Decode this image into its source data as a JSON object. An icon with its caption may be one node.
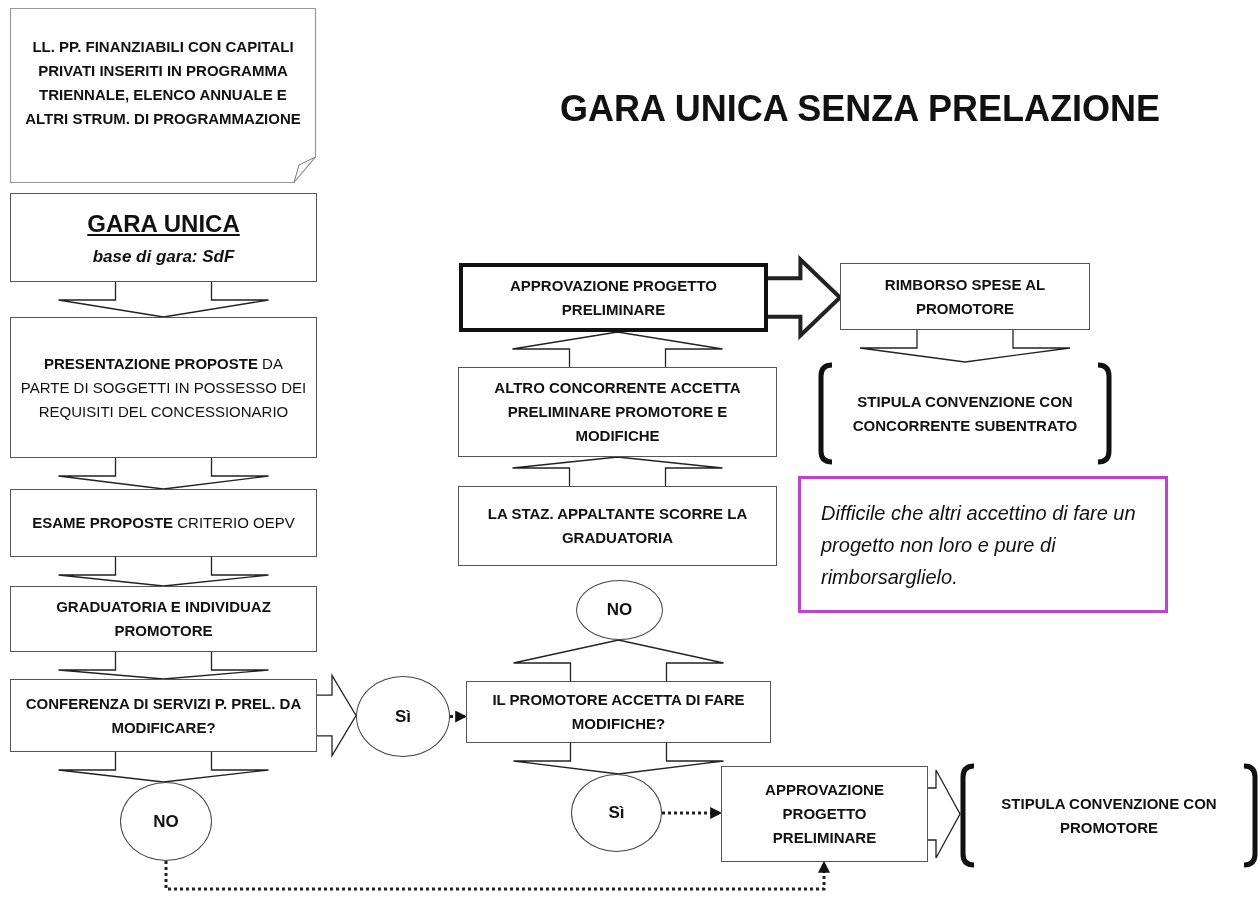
{
  "diagram": {
    "title": "GARA UNICA SENZA PRELAZIONE",
    "nodes": [
      {
        "text": [
          "LL. PP. FINANZIABILI CON CAPITALI PRIVATI INSERITI IN PROGRAMMA TRIENNALE, ELENCO ANNUALE E ALTRI STRUM. DI PROGRAMMAZIONE"
        ]
      },
      {
        "text": [
          "GARA UNICA",
          "base di gara: SdF"
        ]
      },
      {
        "text": [
          "**PRESENTAZIONE PROPOSTE** DA PARTE DI SOGGETTI IN POSSESSO DEI REQUISITI DEL CONCESSIONARIO"
        ]
      },
      {
        "text": [
          "**ESAME PROPOSTE** CRITERIO OEPV"
        ]
      },
      {
        "text": [
          "GRADUATORIA E INDIVIDUAZ PROMOTORE"
        ]
      },
      {
        "text": [
          "CONFERENZA DI SERVIZI P. PREL. DA MODIFICARE?"
        ]
      },
      {
        "text": [
          "Sì"
        ]
      },
      {
        "text": [
          "NO"
        ]
      },
      {
        "text": [
          "IL PROMOTORE ACCETTA DI FARE MODIFICHE?"
        ]
      },
      {
        "text": [
          "NO"
        ]
      },
      {
        "text": [
          "LA STAZ. APPALTANTE SCORRE LA GRADUATORIA"
        ]
      },
      {
        "text": [
          "ALTRO CONCORRENTE ACCETTA PRELIMINARE PROMOTORE E MODIFICHE"
        ]
      },
      {
        "text": [
          "APPROVAZIONE PROGETTO PRELIMINARE"
        ]
      },
      {
        "text": [
          "RIMBORSO SPESE AL PROMOTORE"
        ]
      },
      {
        "text": [
          "STIPULA CONVENZIONE CON CONCORRENTE SUBENTRATO"
        ]
      },
      {
        "text": [
          "Difficile che altri accettino di fare un progetto non loro e pure di rimborsarglielo."
        ]
      },
      {
        "text": [
          "Sì"
        ]
      },
      {
        "text": [
          "APPROVAZIONE PROGETTO PRELIMINARE"
        ]
      },
      {
        "text": [
          "STIPULA CONVENZIONE CON PROMOTORE"
        ]
      }
    ],
    "edges": [
      {
        "from": 1,
        "to": 2,
        "arrow": "to"
      },
      {
        "from": 2,
        "to": 3,
        "arrow": "to"
      },
      {
        "from": 3,
        "to": 4,
        "arrow": "to"
      },
      {
        "from": 4,
        "to": 5,
        "arrow": "to"
      },
      {
        "from": 5,
        "to": 6,
        "arrow": "to"
      },
      {
        "from": 5,
        "to": 7,
        "arrow": "to"
      },
      {
        "from": 6,
        "to": 8,
        "arrow": "to",
        "style": "dashed"
      },
      {
        "from": 8,
        "to": 9,
        "arrow": "to"
      },
      {
        "from": 10,
        "to": 11,
        "arrow": "to"
      },
      {
        "from": 11,
        "to": 12,
        "arrow": "to"
      },
      {
        "from": 12,
        "to": 13,
        "arrow": "to",
        "style": "thick"
      },
      {
        "from": 13,
        "to": 14,
        "arrow": "to"
      },
      {
        "from": 8,
        "to": 16,
        "arrow": "to"
      },
      {
        "from": 16,
        "to": 17,
        "arrow": "to",
        "style": "dashed"
      },
      {
        "from": 7,
        "to": 17,
        "arrow": "to",
        "style": "dashed"
      },
      {
        "from": 17,
        "to": 18,
        "arrow": "to"
      }
    ]
  }
}
